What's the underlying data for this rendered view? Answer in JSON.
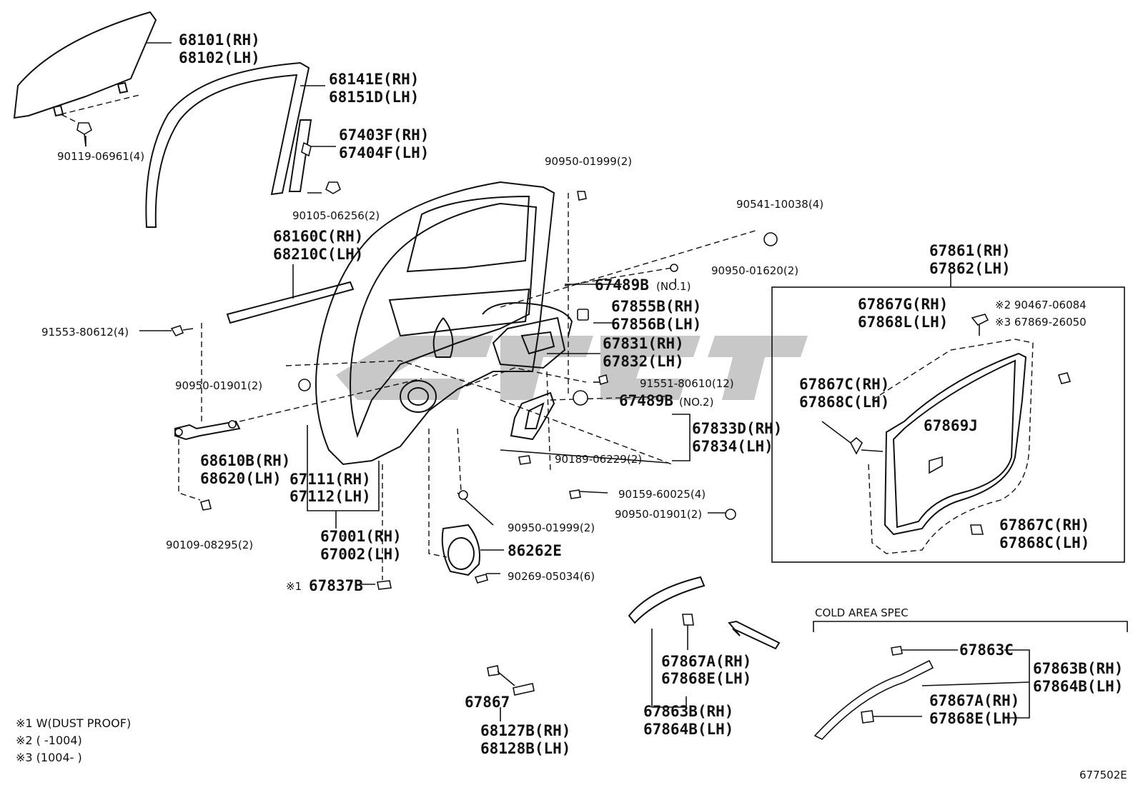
{
  "labels": {
    "p68101": "68101(RH)",
    "p68102": "68102(LH)",
    "p90119": "90119-06961(4)",
    "p68141e": "68141E(RH)",
    "p68151d": "68151D(LH)",
    "p67403f": "67403F(RH)",
    "p67404f": "67404F(LH)",
    "p90105": "90105-06256(2)",
    "p90950_1999a": "90950-01999(2)",
    "p90541": "90541-10038(4)",
    "p68160c": "68160C(RH)",
    "p68210c": "68210C(LH)",
    "p90950_1620": "90950-01620(2)",
    "p67489b1": "67489B",
    "p67489b1_tag": "(NO.1)",
    "p67855b": "67855B(RH)",
    "p67856b": "67856B(LH)",
    "p67831": "67831(RH)",
    "p67832": "67832(LH)",
    "p91553": "91553-80612(4)",
    "p91551": "91551-80610(12)",
    "p90950_1901a": "90950-01901(2)",
    "p67489b2": "67489B",
    "p67489b2_tag": "(NO.2)",
    "p67833d": "67833D(RH)",
    "p67834": "67834(LH)",
    "p68610b": "68610B(RH)",
    "p68620": "68620(LH)",
    "p90189": "90189-06229(2)",
    "p67111": "67111(RH)",
    "p67112": "67112(LH)",
    "p90159": "90159-60025(4)",
    "p90950_1901b": "90950-01901(2)",
    "p67001": "67001(RH)",
    "p67002": "67002(LH)",
    "p90109": "90109-08295(2)",
    "p90950_1999b": "90950-01999(2)",
    "p86262e": "86262E",
    "p90269": "90269-05034(6)",
    "p67837b_mark": "※1",
    "p67837b": "67837B",
    "p67861": "67861(RH)",
    "p67862": "67862(LH)",
    "p67867g": "67867G(RH)",
    "p67868l": "67868L(LH)",
    "p90467": "※2 90467-06084",
    "p67869_26050": "※3 67869-26050",
    "p67867c_a": "67867C(RH)",
    "p67868c_a": "67868C(LH)",
    "p67869j": "67869J",
    "p67867c_b": "67867C(RH)",
    "p67868c_b": "67868C(LH)",
    "p67867a_a": "67867A(RH)",
    "p67868e_a": "67868E(LH)",
    "p67863b_a": "67863B(RH)",
    "p67864b_a": "67864B(LH)",
    "p67867": "67867",
    "p68127b": "68127B(RH)",
    "p68128b": "68128B(LH)",
    "cold_title": "COLD AREA SPEC",
    "p67863c": "67863C",
    "p67863b_b": "67863B(RH)",
    "p67864b_b": "67864B(LH)",
    "p67867a_b": "67867A(RH)",
    "p67868e_b": "67868E(LH)"
  },
  "notes": {
    "n1": "※1  W(DUST PROOF)",
    "n2": "※2  (     -1004)",
    "n3": "※3  (1004-     )"
  },
  "figure_id": "677502E"
}
